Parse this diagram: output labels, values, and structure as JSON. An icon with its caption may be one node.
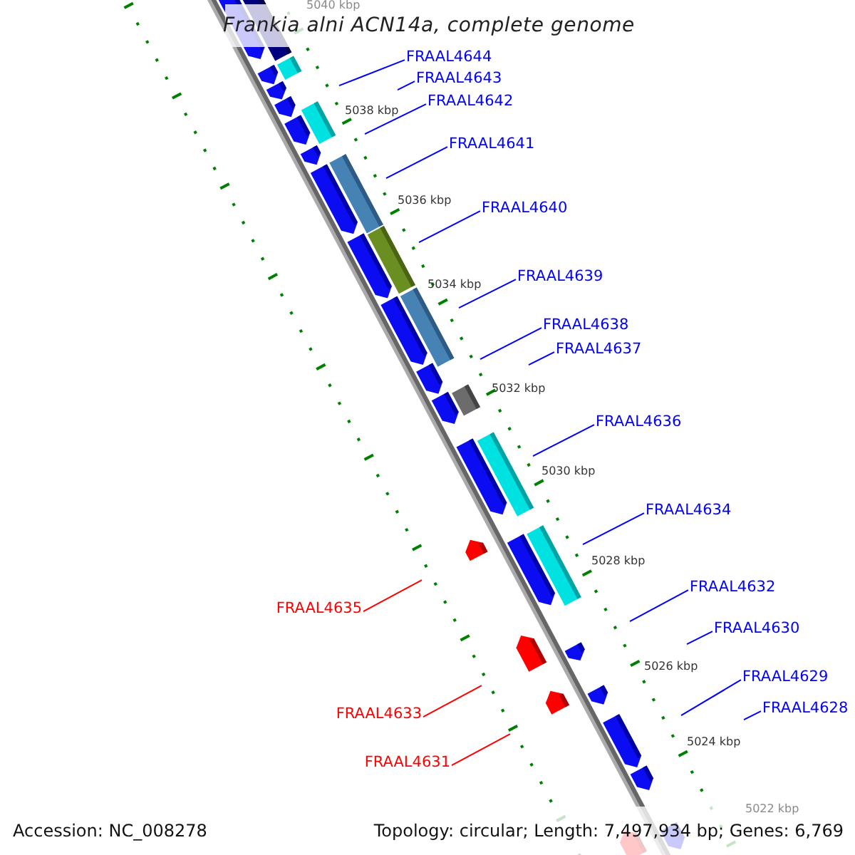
{
  "diagram": {
    "title": "Frankia alni ACN14a, complete genome",
    "nodes": [
      {
        "text": [
          "FRAAL4644"
        ]
      },
      {
        "text": [
          "FRAAL4643"
        ]
      },
      {
        "text": [
          "FRAAL4642"
        ]
      },
      {
        "text": [
          "FRAAL4641"
        ]
      },
      {
        "text": [
          "FRAAL4640"
        ]
      },
      {
        "text": [
          "FRAAL4639"
        ]
      },
      {
        "text": [
          "FRAAL4638"
        ]
      },
      {
        "text": [
          "FRAAL4637"
        ]
      },
      {
        "text": [
          "FRAAL4636"
        ]
      },
      {
        "text": [
          "FRAAL4634"
        ]
      },
      {
        "text": [
          "FRAAL4632"
        ]
      },
      {
        "text": [
          "FRAAL4635"
        ]
      },
      {
        "text": [
          "FRAAL4630"
        ]
      },
      {
        "text": [
          "FRAAL4629"
        ]
      },
      {
        "text": [
          "FRAAL4628"
        ]
      },
      {
        "text": [
          "FRAAL4633"
        ]
      },
      {
        "text": [
          "FRAAL4631"
        ]
      }
    ],
    "edges": [
      {
        "from": 0,
        "to": null,
        "arrow": "none"
      },
      {
        "from": 1,
        "to": null,
        "arrow": "none"
      },
      {
        "from": 2,
        "to": null,
        "arrow": "none"
      },
      {
        "from": 3,
        "to": null,
        "arrow": "none"
      },
      {
        "from": 4,
        "to": null,
        "arrow": "none"
      },
      {
        "from": 5,
        "to": null,
        "arrow": "none"
      },
      {
        "from": 6,
        "to": null,
        "arrow": "none"
      },
      {
        "from": 7,
        "to": null,
        "arrow": "none"
      },
      {
        "from": 8,
        "to": null,
        "arrow": "none"
      },
      {
        "from": 9,
        "to": null,
        "arrow": "none"
      },
      {
        "from": 10,
        "to": null,
        "arrow": "none"
      },
      {
        "from": 11,
        "to": null,
        "arrow": "none",
        "color": "#ff0000"
      },
      {
        "from": 12,
        "to": null,
        "arrow": "none"
      },
      {
        "from": 13,
        "to": null,
        "arrow": "none"
      },
      {
        "from": 14,
        "to": null,
        "arrow": "none"
      },
      {
        "from": 15,
        "to": null,
        "arrow": "none",
        "color": "#ff0000"
      },
      {
        "from": 16,
        "to": null,
        "arrow": "none",
        "color": "#ff0000"
      }
    ],
    "labels": [
      "5040 kbp",
      "5038 kbp",
      "5036 kbp",
      "5034 kbp",
      "5032 kbp",
      "5030 kbp",
      "5028 kbp",
      "5026 kbp",
      "5024 kbp",
      "5022 kbp",
      "Accession: NC_008278",
      "Topology: circular; Length: 7,497,934 bp; Genes: 6,769"
    ]
  }
}
